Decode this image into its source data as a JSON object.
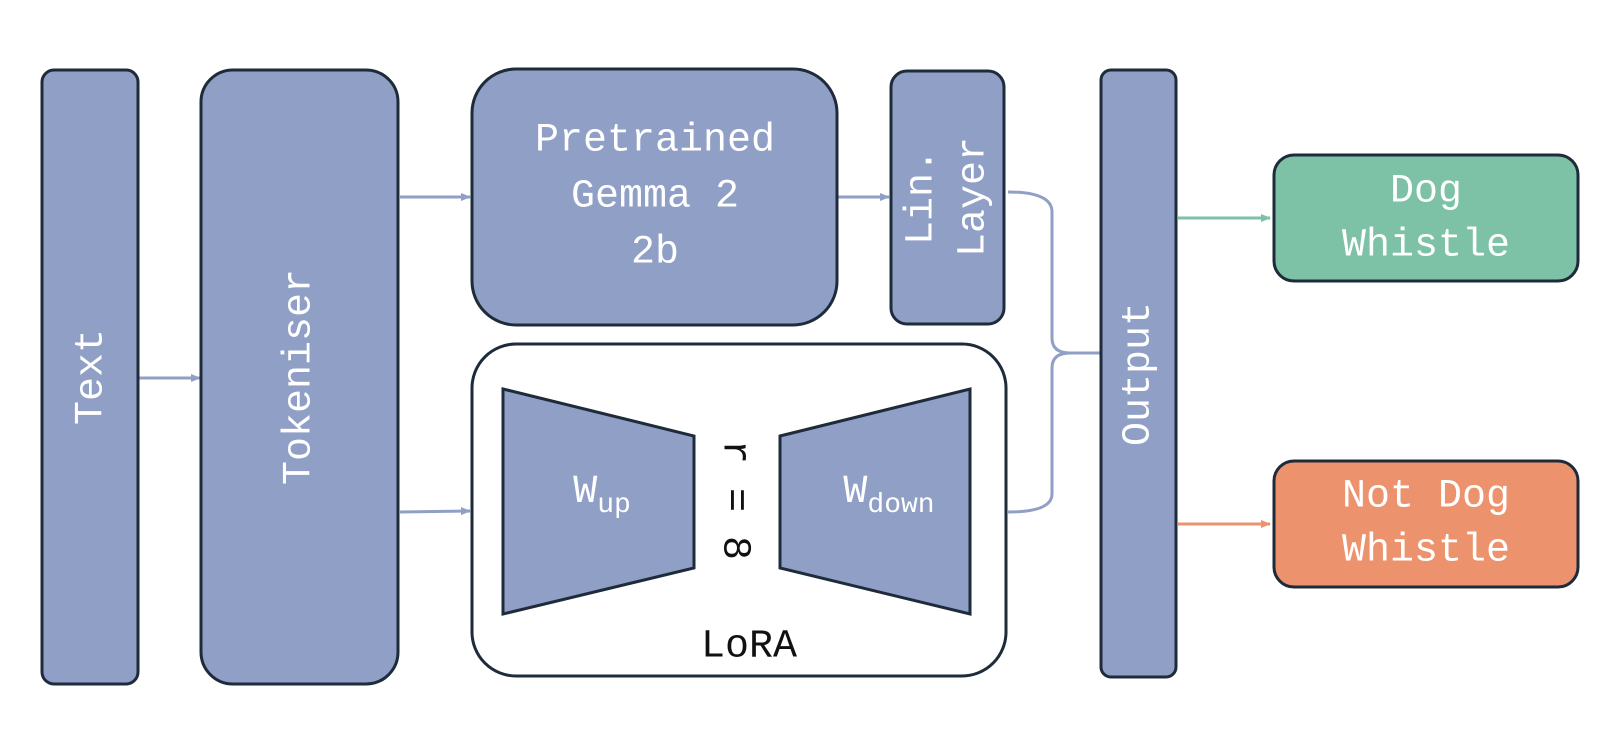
{
  "colors": {
    "block_fill": "#909FC6",
    "block_stroke": "#1E2B3A",
    "text_on_block": "#FFFFFF",
    "arrow_blue": "#909FC6",
    "dog_fill": "#7DC1A6",
    "dog_arrow": "#7DC1A6",
    "not_dog_fill": "#EC926C",
    "not_dog_arrow": "#EC926C",
    "lora_fill": "#FFFFFF",
    "dark_text": "#111111"
  },
  "blocks": {
    "text": {
      "label": "Text"
    },
    "tokeniser": {
      "label": "Tokeniser"
    },
    "gemma": {
      "line1": "Pretrained",
      "line2": "Gemma 2",
      "line3": "2b"
    },
    "lin_layer": {
      "line1": "Lin.",
      "line2": "Layer"
    },
    "output": {
      "label": "Output"
    },
    "dog": {
      "line1": "Dog",
      "line2": "Whistle"
    },
    "not_dog": {
      "line1": "Not Dog",
      "line2": "Whistle"
    }
  },
  "lora": {
    "label": "LoRA",
    "w_up": {
      "base": "W",
      "sub": "up"
    },
    "w_down": {
      "base": "W",
      "sub": "down"
    },
    "rank": "r = 8"
  }
}
